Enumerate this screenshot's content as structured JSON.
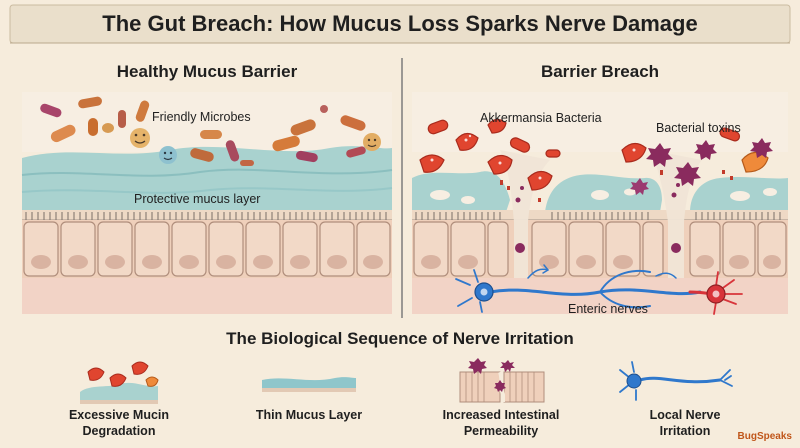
{
  "title": "The Gut Breach: How Mucus Loss Sparks Nerve Damage",
  "panels": {
    "left": {
      "title": "Healthy Mucus Barrier",
      "microbes_label": "Friendly Microbes",
      "mucus_label": "Protective mucus layer"
    },
    "right": {
      "title": "Barrier Breach",
      "bacteria_label": "Akkermansia Bacteria",
      "toxins_label": "Bacterial toxins",
      "nerves_label": "Enteric nerves"
    }
  },
  "sequence": {
    "title": "The Biological Sequence of Nerve Irritation",
    "steps": [
      {
        "line1": "Excessive Mucin",
        "line2": "Degradation"
      },
      {
        "line1": "Thin Mucus Layer",
        "line2": ""
      },
      {
        "line1": "Increased Intestinal",
        "line2": "Permeability"
      },
      {
        "line1": "Local Nerve",
        "line2": "Irritation"
      }
    ]
  },
  "logo": "BugSpeaks",
  "colors": {
    "background": "#f6ecdc",
    "mucus": "#a9d2cf",
    "cells": "#efd0bb",
    "nerve_blue": "#2f78cc",
    "nerve_red": "#d8343a",
    "bacteria_red": "#e0452f",
    "toxin_purple": "#8a2b5e"
  }
}
